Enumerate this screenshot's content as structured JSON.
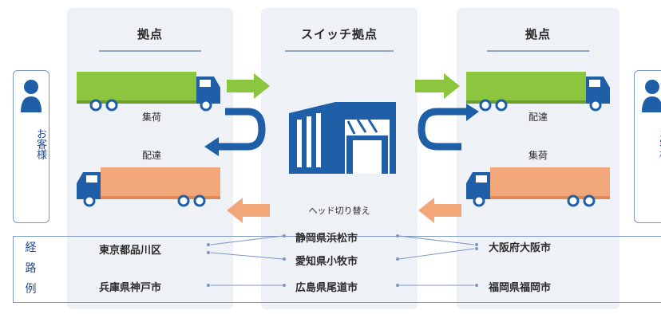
{
  "panels": {
    "left": {
      "title": "拠点",
      "label_top": "集荷",
      "label_bottom": "配達"
    },
    "center": {
      "title": "スイッチ拠点",
      "caption": "ヘッド切り替え"
    },
    "right": {
      "title": "拠点",
      "label_top": "配達",
      "label_bottom": "集荷"
    }
  },
  "customer_label": "お客様",
  "route": {
    "label": "経路例",
    "left_cities": [
      "東京都品川区",
      "兵庫県神戸市"
    ],
    "center_cities": [
      "静岡県浜松市",
      "愛知県小牧市",
      "広島県尾道市"
    ],
    "right_cities": [
      "大阪府大阪市",
      "福岡県福岡市"
    ]
  },
  "colors": {
    "green_trailer": "#8cc63f",
    "orange_trailer": "#f2a77a",
    "cab_blue": "#1f5fa8",
    "panel_bg": "#eef1f6",
    "accent_navy": "#244b8e"
  }
}
